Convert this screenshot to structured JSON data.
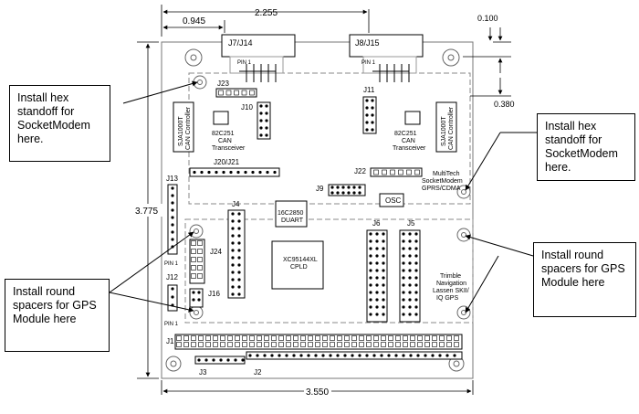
{
  "dimensions": {
    "top_overall": "2.255",
    "top_offset": "0.945",
    "right_offset_small": "0.100",
    "right_offset_connector": "0.380",
    "left_height": "3.775",
    "bottom_width": "3.550"
  },
  "connectors": {
    "j7": "J7/J14",
    "j8": "J8/J15",
    "pin1_a": "PIN 1",
    "pin1_b": "PIN 1",
    "pin1_left": "PIN 1",
    "j23": "J23",
    "j11": "J11",
    "j10": "J10",
    "j20": "J20/J21",
    "j22": "J22",
    "j9": "J9",
    "j13": "J13",
    "j4": "J4",
    "j6": "J6",
    "j5": "J5",
    "j24": "J24",
    "j12": "J12",
    "j16": "J16",
    "j1": "J1",
    "j2": "J2",
    "j3": "J3"
  },
  "chips": {
    "sja_left_1": "SJA1000T",
    "sja_left_2": "CAN Controller",
    "sja_right_1": "SJA1000T",
    "sja_right_2": "CAN Controller",
    "trans_left": [
      "82C251",
      "CAN",
      "Transceiver"
    ],
    "trans_right": [
      "82C251",
      "CAN",
      "Transceiver"
    ],
    "duart": [
      "16C2850",
      "DUART"
    ],
    "cpld": [
      "XC95144XL",
      "CPLD"
    ],
    "osc": "OSC",
    "multitech": [
      "MultiTech",
      "SocketModem",
      "GPRS/CDMA"
    ],
    "trimble": [
      "Trimble",
      "Navigation",
      "Lassen SKII/",
      "IQ GPS"
    ]
  },
  "callouts": {
    "top_left": "Install hex standoff  for SocketModem here.",
    "top_right": "Install hex standoff for SocketModem here.",
    "bottom_left": "Install round spacers for GPS Module here",
    "bottom_right": "Install round spacers for GPS Module here"
  }
}
